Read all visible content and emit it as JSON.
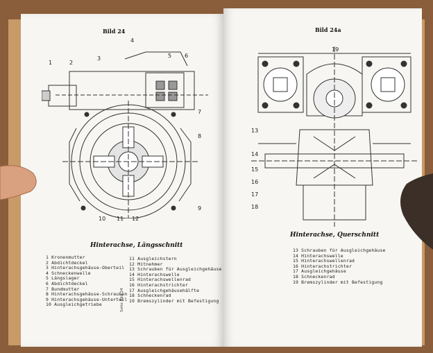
{
  "left_page": {
    "heading": "Bild 24",
    "caption": "Hinterachse, Längsschnitt",
    "side_note": "Seite Bild 24",
    "callouts_top": [
      "1",
      "2",
      "3",
      "4",
      "5",
      "6"
    ],
    "callouts_right": [
      "7",
      "8",
      "9"
    ],
    "callouts_bottom": [
      "10",
      "11",
      "12"
    ],
    "legend_left": [
      "1  Kronenmutter",
      "2  Abdichtdeckel",
      "3  Hinterachsgehäuse-Oberteil",
      "4  Schneckenwelle",
      "5  Längslager",
      "6  Abdichtdeckel",
      "7  Bundmutter",
      "8  Hinterachsgehäuse-Schrauben",
      "9  Hinterachsgehäuse-Unterteil",
      "10 Ausgleichgetriebe"
    ],
    "legend_right": [
      "11  Ausgleichstern",
      "12  Mitnehmer",
      "13  Schrauben für Ausgleichgehäuse",
      "14  Hinterachswelle",
      "15  Hinterachswellenrad",
      "16  Hinterachstrichter",
      "17  Ausgleichgehäusehälfte",
      "18  Schneckenrad",
      "19  Bremszylinder mit Befestigung"
    ]
  },
  "right_page": {
    "heading": "Bild 24a",
    "caption": "Hinterachse, Querschnitt",
    "callout_top": "19",
    "callouts_left": [
      "13",
      "14",
      "15",
      "16",
      "17",
      "18"
    ],
    "legend": [
      "13  Schrauben für Ausgleichgehäuse",
      "14  Hinterachswelle",
      "15  Hinterachswellenrad",
      "16  Hinterachstrichter",
      "17  Ausgleichgehäuse",
      "18  Schneckenrad",
      "19  Bremszylinder mit Befestigung"
    ]
  }
}
